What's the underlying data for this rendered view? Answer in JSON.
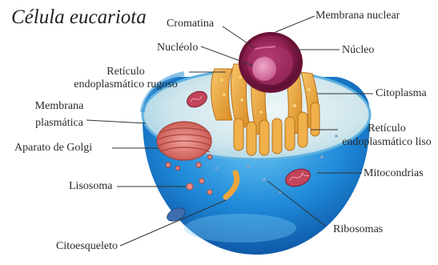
{
  "title": "Célula eucariota",
  "labels": {
    "cromatina": "Cromatina",
    "membrana_nuclear": "Membrana nuclear",
    "nucleolo": "Nucléolo",
    "nucleo": "Núcleo",
    "reticulo_rugoso_1": "Retículo",
    "reticulo_rugoso_2": "endoplasmático rugoso",
    "citoplasma": "Citoplasma",
    "membrana_plasmatica_1": "Membrana",
    "membrana_plasmatica_2": "plasmática",
    "reticulo_liso_1": "Retículo",
    "reticulo_liso_2": "endoplasmático liso",
    "aparato_golgi": "Aparato de Golgi",
    "mitocondrias": "Mitocondrias",
    "lisosoma": "Lisosoma",
    "ribosomas": "Ribosomas",
    "citoesqueleto": "Citoesqueleto"
  },
  "colors": {
    "cell_outer": "#1e88d6",
    "cell_top": "#d4e8ee",
    "er": "#e8a33a",
    "golgi": "#d96a6a",
    "nucleus": "#8e1f4e",
    "mitochondria": "#b23a4c"
  }
}
